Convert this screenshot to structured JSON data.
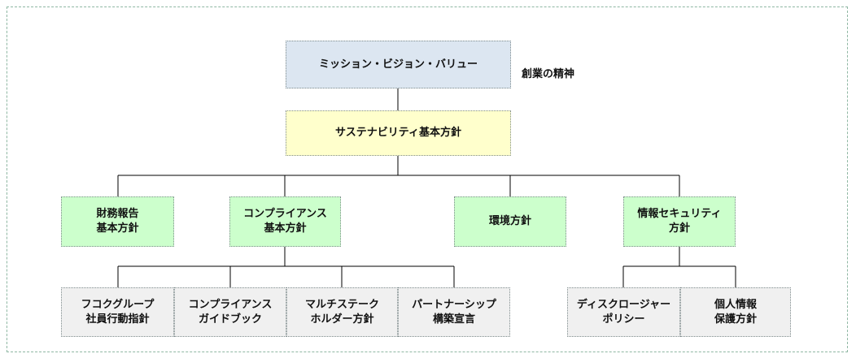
{
  "colors": {
    "top": "#dce6f1",
    "policy": "#ffffcc",
    "level2": "#ccffcc",
    "level3": "#f0f0f0",
    "line": "#000000"
  },
  "diagram": {
    "root": "ミッション・ビジョン・バリュー",
    "root_note": "創業の精神",
    "policy": "サステナビリティ基本方針",
    "level2": {
      "financial": "財務報告\n基本方針",
      "compliance": "コンプライアンス\n基本方針",
      "environment": "環境方針",
      "security": "情報セキュリティ\n方針"
    },
    "compliance_children": {
      "conduct": "フコクグループ\n社員行動指針",
      "guidebook": "コンプライアンス\nガイドブック",
      "stakeholder": "マルチステーク\nホルダー方針",
      "partnership": "パートナーシップ\n構築宣言"
    },
    "security_children": {
      "disclosure": "ディスクロージャー\nポリシー",
      "privacy": "個人情報\n保護方針"
    }
  }
}
